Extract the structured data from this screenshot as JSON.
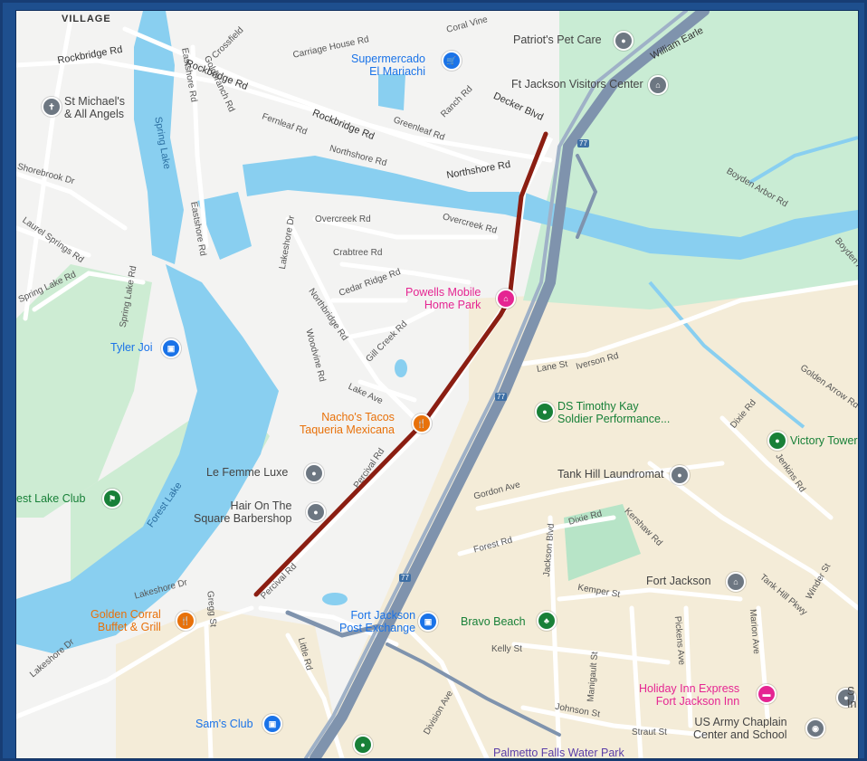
{
  "map": {
    "area_labels": {
      "village": "VILLAGE",
      "spring_lake": "Spring Lake",
      "forest_lake": "Forest Lake"
    },
    "streets": {
      "rockbridge_1": "Rockbridge Rd",
      "rockbridge_2": "Rockbridge Rd",
      "rockbridge_3": "Rockbridge Rd",
      "carriage_house": "Carriage House Rd",
      "coral_vine": "Coral Vine",
      "crossfield": "Crossfield",
      "eastshore_1": "Eastshore Rd",
      "eastshore_2": "Eastshore Rd",
      "goldbranch": "Goldbranch Rd",
      "fernleaf": "Fernleaf Rd",
      "greenleaf": "Greenleaf Rd",
      "northshore_1": "Northshore Rd",
      "northshore_2": "Northshore Rd",
      "ranch": "Ranch Rd",
      "decker": "Decker Blvd",
      "william_earle": "William Earle",
      "shorebrook": "Shorebrook Dr",
      "laurel_springs": "Laurel Springs Rd",
      "spring_lake_rd_1": "Spring Lake Rd",
      "spring_lake_rd_2": "Spring Lake Rd",
      "lakeshore_dr_1": "Lakeshore Dr",
      "overcreek_1": "Overcreek Rd",
      "overcreek_2": "Overcreek Rd",
      "crabtree": "Crabtree Rd",
      "cedar_ridge": "Cedar Ridge Rd",
      "northbridge": "Northbridge Rd",
      "woodvine": "Woodvine Rd",
      "gill_creek": "Gill Creek Rd",
      "lake_ave": "Lake Ave",
      "boyden_arbor_1": "Boyden Arbor Rd",
      "boyden_arbor_2": "Boyden Arbor",
      "lane_st": "Lane St",
      "iverson": "Iverson Rd",
      "dixie_1": "Dixie Rd",
      "dixie_2": "Dixie Rd",
      "golden_arrow": "Golden Arrow Rd",
      "jenkins": "Jenkins Rd",
      "gordon": "Gordon Ave",
      "forest_rd": "Forest Rd",
      "jackson_blvd": "Jackson Blvd",
      "kershaw": "Kershaw Rd",
      "kemper": "Kemper St",
      "tank_hill_pkwy": "Tank Hill Pkwy",
      "winder": "Winder St",
      "pickens": "Pickens Ave",
      "marion": "Marion Ave",
      "manigault": "Manigault St",
      "kelly": "Kelly St",
      "johnson": "Johnson St",
      "straut": "Straut St",
      "lakeshore_dr_2": "Lakeshore Dr",
      "lakeshore_dr_3": "Lakeshore Dr",
      "gregg": "Gregg St",
      "little_rd": "Little Rd",
      "percival_1": "Percival Rd",
      "percival_2": "Percival Rd",
      "division": "Division Ave"
    },
    "highway_shield": "77",
    "pois": {
      "patriots": "Patriot's Pet Care",
      "supermercado_1": "Supermercado",
      "supermercado_2": "El Mariachi",
      "visitors": "Ft Jackson Visitors Center",
      "st_michaels_1": "St Michael's",
      "st_michaels_2": "& All Angels",
      "powells_1": "Powells Mobile",
      "powells_2": "Home Park",
      "tyler": "Tyler Joi",
      "ds_timothy_1": "DS Timothy Kay",
      "ds_timothy_2": "Soldier Performance...",
      "victory": "Victory Tower",
      "nachos_1": "Nacho's Tacos",
      "nachos_2": "Taqueria Mexicana",
      "tank_hill": "Tank Hill Laundromat",
      "le_femme": "Le Femme Luxe",
      "forest_lake_club": "est Lake Club",
      "hair_1": "Hair On The",
      "hair_2": "Square Barbershop",
      "fort_jackson": "Fort Jackson",
      "golden_corral_1": "Golden Corral",
      "golden_corral_2": "Buffet & Grill",
      "px_1": "Fort Jackson",
      "px_2": "Post Exchange",
      "bravo": "Bravo Beach",
      "holiday_1": "Holiday Inn Express",
      "holiday_2": "Fort Jackson Inn",
      "chaplain_1": "US Army Chaplain",
      "chaplain_2": "Center and School",
      "sams": "Sam's Club",
      "palmetto": "Palmetto Falls Water Park",
      "edge_s": "S",
      "edge_in": "In"
    },
    "colors": {
      "route": "#8b1e12",
      "water": "#89cff0",
      "park": "#c9ecd4",
      "military": "#f4ecd8",
      "highway": "#7f93ad",
      "frame": "#1e4f8e"
    }
  }
}
